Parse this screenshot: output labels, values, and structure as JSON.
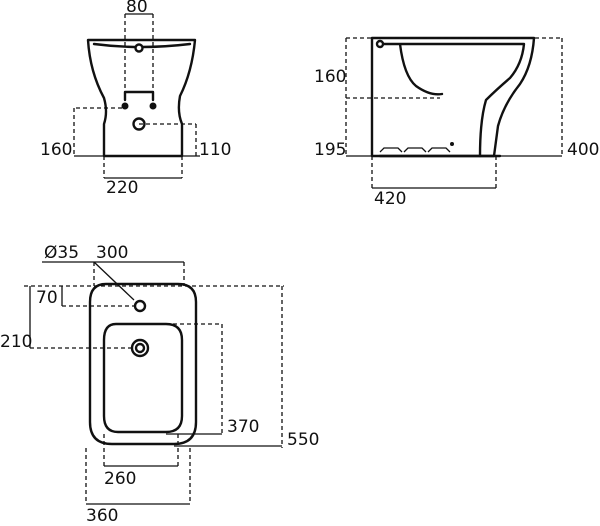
{
  "front_view": {
    "top_width": "80",
    "height_upper": "160",
    "height_lower": "110",
    "base_width": "220"
  },
  "side_view": {
    "height_upper": "160",
    "height_lower": "195",
    "total_height": "400",
    "depth": "420"
  },
  "plan_view": {
    "hole_diameter": "Ø35",
    "width_top": "300",
    "hole_offset": "70",
    "waste_offset": "210",
    "bowl_length": "370",
    "total_length": "550",
    "bowl_width": "260",
    "total_width": "360"
  }
}
